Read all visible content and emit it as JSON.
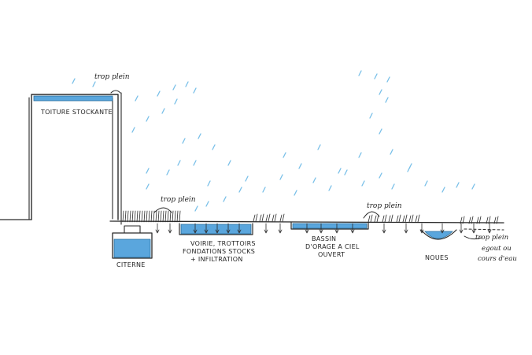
{
  "labels": {
    "roof": "TOITURE STOCKANTE",
    "overflow_roof": "trop plein",
    "overflow_mid": "trop plein",
    "overflow_basin": "trop plein",
    "cistern": "CITERNE",
    "road_line1": "VOIRIE, TROTTOIRS",
    "road_line2": "FONDATIONS STOCKS",
    "road_line3": "+ INFILTRATION",
    "basin_line1": "BASSIN",
    "basin_line2": "D'ORAGE A CIEL",
    "basin_line3": "OUVERT",
    "swale": "NOUES",
    "outlet_line1": "trop plein",
    "outlet_line2": "egout ou",
    "outlet_line3": "cours d'eau"
  },
  "colors": {
    "water": "#5aa6dd",
    "rain": "#79c0e8",
    "ink": "#2a2a2a"
  }
}
